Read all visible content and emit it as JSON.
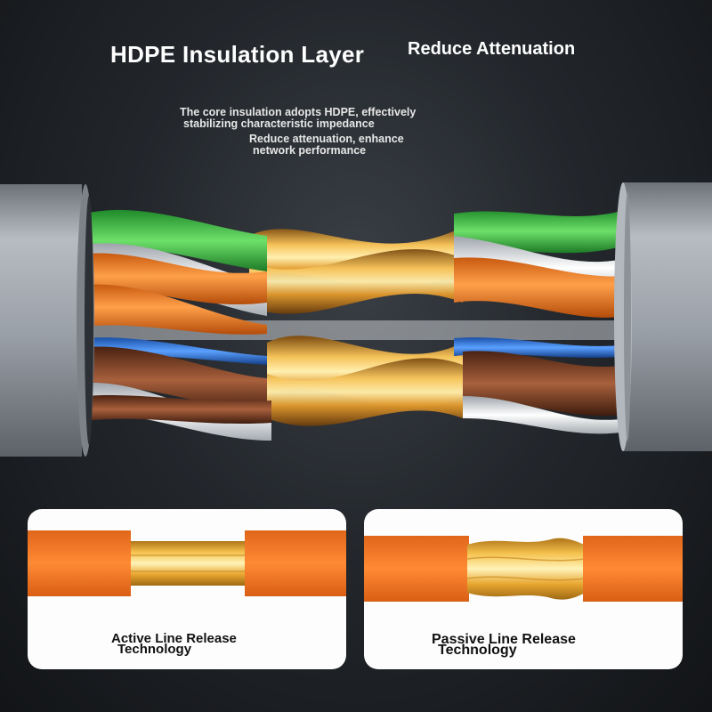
{
  "header": {
    "title": "HDPE Insulation Layer",
    "subtitle": "Reduce Attenuation"
  },
  "description": {
    "block1": [
      "The core insulation adopts HDPE, effectively",
      "stabilizing characteristic impedance"
    ],
    "block2": [
      "Reduce attenuation, enhance",
      "network performance"
    ]
  },
  "cards": [
    {
      "caption": [
        "Active Line Release",
        "Technology"
      ]
    },
    {
      "caption": [
        "Passive Line Release",
        "Technology"
      ]
    }
  ],
  "colors": {
    "orange": "#f07a1c",
    "copper": "#e9a93a",
    "green": "#3db845",
    "brown": "#8a4a2c",
    "blue": "#2f74d8",
    "sheath": "#9aa0a8"
  }
}
